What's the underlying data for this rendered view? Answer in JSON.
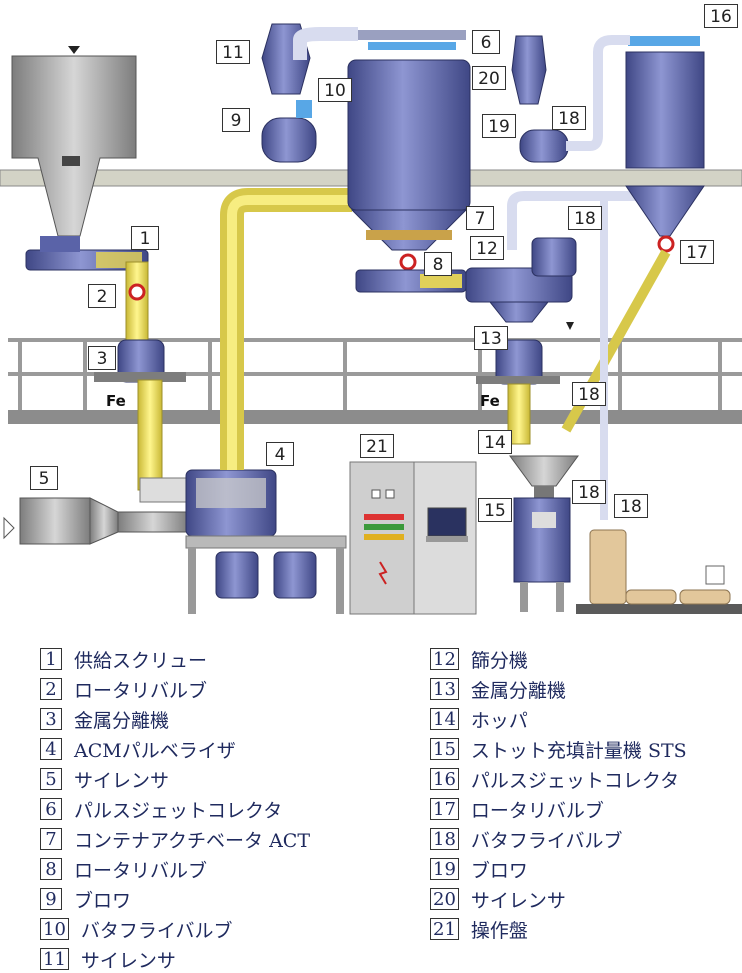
{
  "callouts": [
    "1",
    "2",
    "3",
    "4",
    "5",
    "6",
    "7",
    "8",
    "9",
    "10",
    "11",
    "12",
    "13",
    "14",
    "15",
    "16",
    "17",
    "18",
    "18",
    "18",
    "18",
    "18",
    "19",
    "20",
    "21"
  ],
  "fe_label": "Fe",
  "legend": [
    {
      "num": "1",
      "label": "供給スクリュー"
    },
    {
      "num": "2",
      "label": "ロータリバルブ"
    },
    {
      "num": "3",
      "label": "金属分離機"
    },
    {
      "num": "4",
      "label": "ACMパルベライザ"
    },
    {
      "num": "5",
      "label": "サイレンサ"
    },
    {
      "num": "6",
      "label": "パルスジェットコレクタ"
    },
    {
      "num": "7",
      "label": "コンテナアクチベータ ACT"
    },
    {
      "num": "8",
      "label": "ロータリバルブ"
    },
    {
      "num": "9",
      "label": "ブロワ"
    },
    {
      "num": "10",
      "label": "バタフライバルブ"
    },
    {
      "num": "11",
      "label": "サイレンサ"
    },
    {
      "num": "12",
      "label": "篩分機"
    },
    {
      "num": "13",
      "label": "金属分離機"
    },
    {
      "num": "14",
      "label": "ホッパ"
    },
    {
      "num": "15",
      "label": "ストット充填計量機 STS"
    },
    {
      "num": "16",
      "label": "パルスジェットコレクタ"
    },
    {
      "num": "17",
      "label": "ロータリバルブ"
    },
    {
      "num": "18",
      "label": "バタフライバルブ"
    },
    {
      "num": "19",
      "label": "ブロワ"
    },
    {
      "num": "20",
      "label": "サイレンサ"
    },
    {
      "num": "21",
      "label": "操作盤"
    }
  ],
  "colors": {
    "equipment": "#6b74b8",
    "equipment_dark": "#3d4680",
    "product_pipe": "#f3e46a",
    "air_pipe": "#dfe3f4",
    "structure": "#c9c9c9",
    "legend_text": "#1f2a5e"
  }
}
